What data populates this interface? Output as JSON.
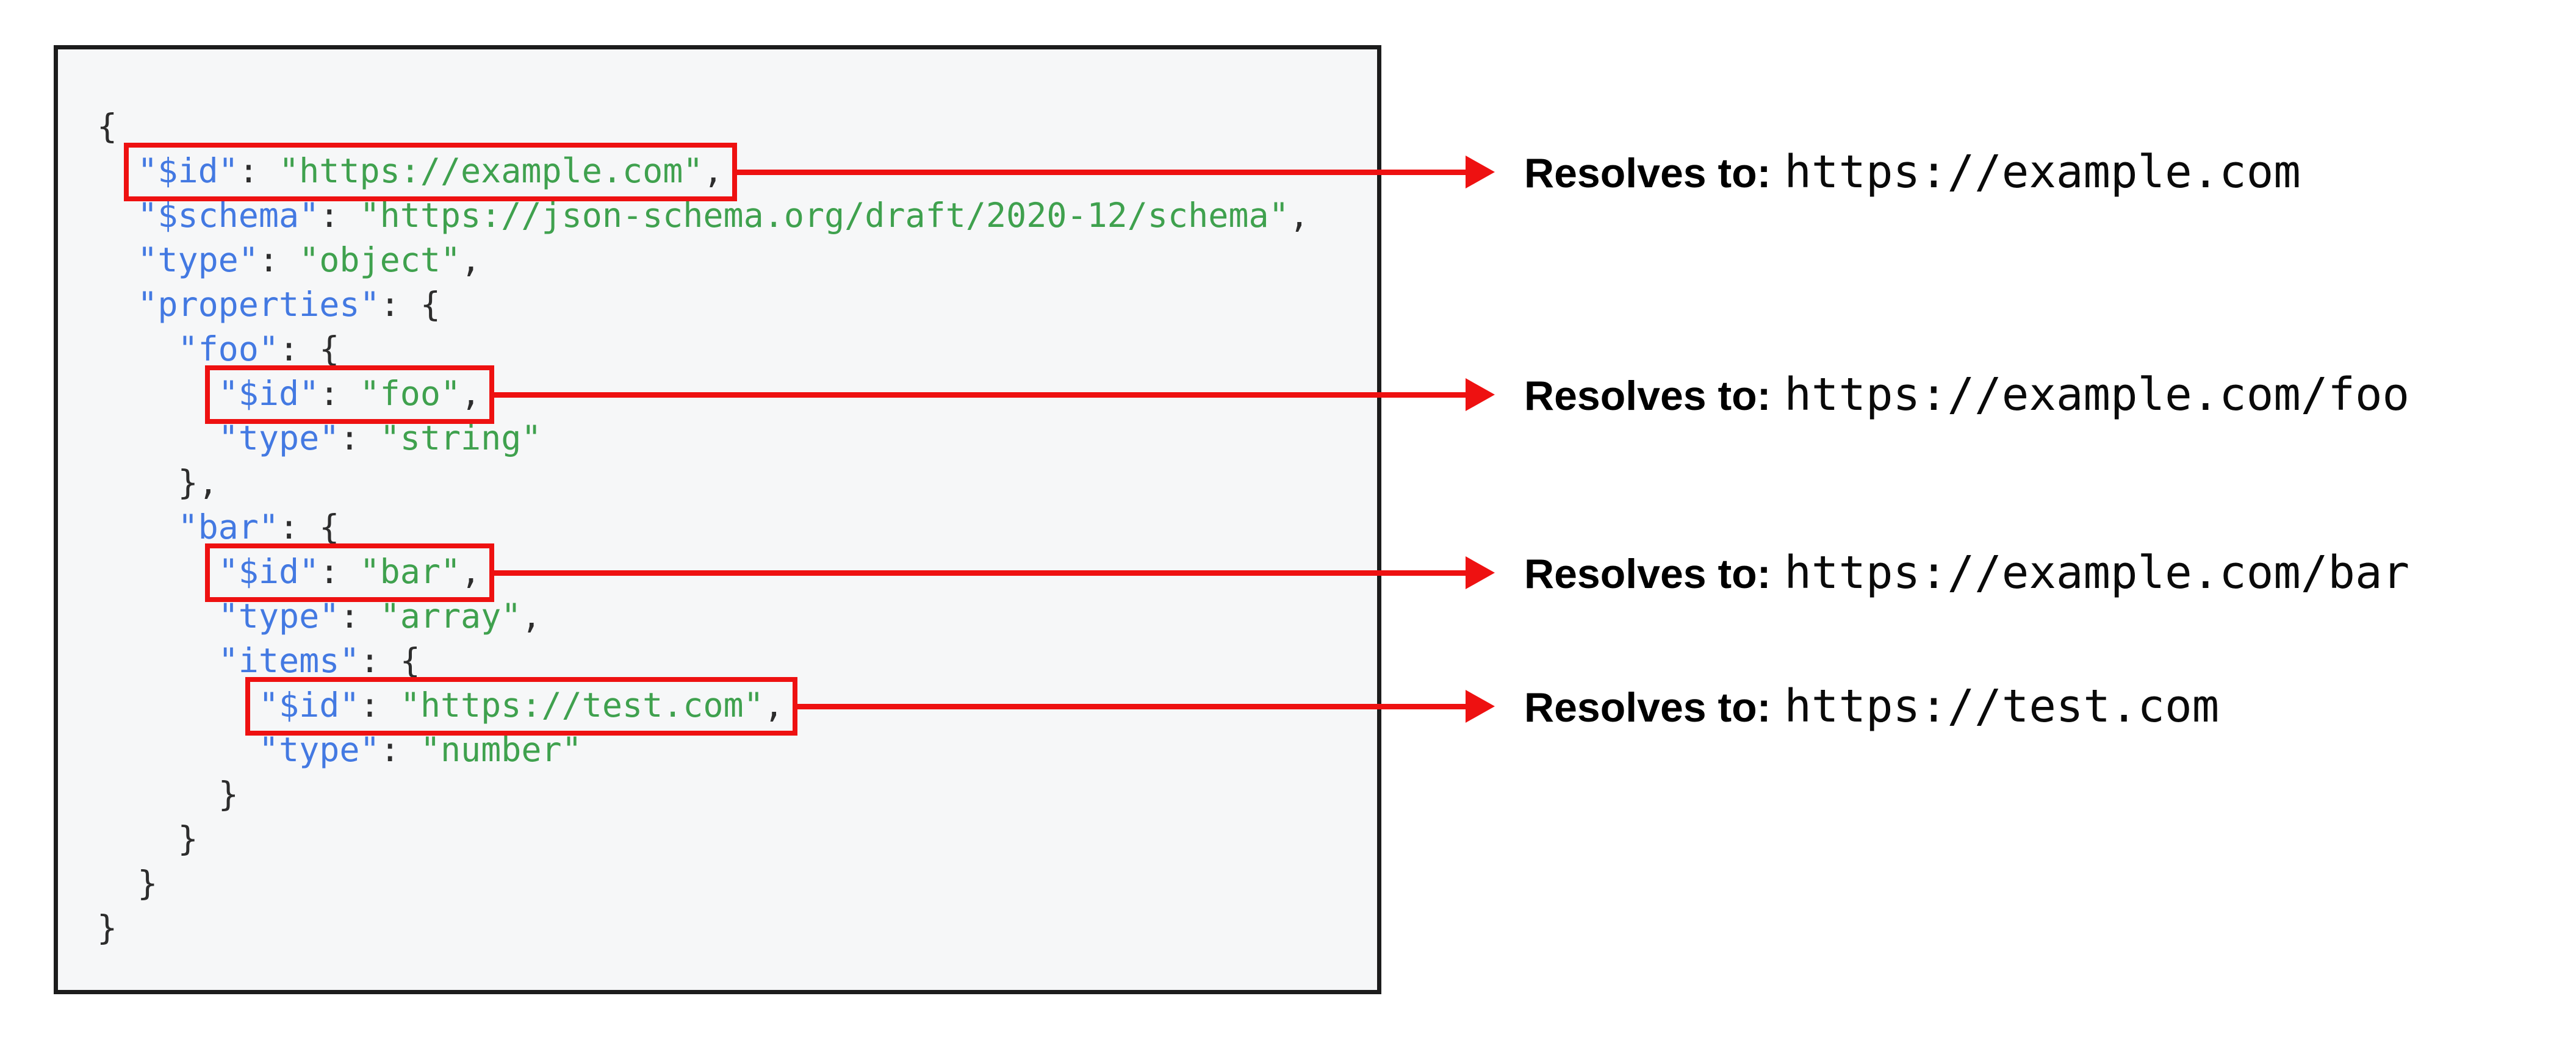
{
  "colors": {
    "key_blue": "#4379e2",
    "string_green": "#3fa14e",
    "punctuation": "#2d2d2d",
    "highlight_red": "#ee1111",
    "code_bg": "#f6f7f8",
    "code_border": "#1c1c1c"
  },
  "code_panel": {
    "language": "json",
    "lines": [
      {
        "indent": 0,
        "box": null,
        "segments": [
          {
            "c": "p",
            "t": "{"
          }
        ]
      },
      {
        "indent": 2,
        "box": 0,
        "segments": [
          {
            "c": "k",
            "t": "\"$id\""
          },
          {
            "c": "p",
            "t": ": "
          },
          {
            "c": "s",
            "t": "\"https://example.com\""
          },
          {
            "c": "p",
            "t": ","
          }
        ]
      },
      {
        "indent": 2,
        "box": null,
        "segments": [
          {
            "c": "k",
            "t": "\"$schema\""
          },
          {
            "c": "p",
            "t": ": "
          },
          {
            "c": "s",
            "t": "\"https://json-schema.org/draft/2020-12/schema\""
          },
          {
            "c": "p",
            "t": ","
          }
        ]
      },
      {
        "indent": 2,
        "box": null,
        "segments": [
          {
            "c": "k",
            "t": "\"type\""
          },
          {
            "c": "p",
            "t": ": "
          },
          {
            "c": "s",
            "t": "\"object\""
          },
          {
            "c": "p",
            "t": ","
          }
        ]
      },
      {
        "indent": 2,
        "box": null,
        "segments": [
          {
            "c": "k",
            "t": "\"properties\""
          },
          {
            "c": "p",
            "t": ": {"
          }
        ]
      },
      {
        "indent": 4,
        "box": null,
        "segments": [
          {
            "c": "k",
            "t": "\"foo\""
          },
          {
            "c": "p",
            "t": ": {"
          }
        ]
      },
      {
        "indent": 6,
        "box": 1,
        "segments": [
          {
            "c": "k",
            "t": "\"$id\""
          },
          {
            "c": "p",
            "t": ": "
          },
          {
            "c": "s",
            "t": "\"foo\""
          },
          {
            "c": "p",
            "t": ","
          }
        ]
      },
      {
        "indent": 6,
        "box": null,
        "segments": [
          {
            "c": "k",
            "t": "\"type\""
          },
          {
            "c": "p",
            "t": ": "
          },
          {
            "c": "s",
            "t": "\"string\""
          }
        ]
      },
      {
        "indent": 4,
        "box": null,
        "segments": [
          {
            "c": "p",
            "t": "},"
          }
        ]
      },
      {
        "indent": 4,
        "box": null,
        "segments": [
          {
            "c": "k",
            "t": "\"bar\""
          },
          {
            "c": "p",
            "t": ": {"
          }
        ]
      },
      {
        "indent": 6,
        "box": 2,
        "segments": [
          {
            "c": "k",
            "t": "\"$id\""
          },
          {
            "c": "p",
            "t": ": "
          },
          {
            "c": "s",
            "t": "\"bar\""
          },
          {
            "c": "p",
            "t": ","
          }
        ]
      },
      {
        "indent": 6,
        "box": null,
        "segments": [
          {
            "c": "k",
            "t": "\"type\""
          },
          {
            "c": "p",
            "t": ": "
          },
          {
            "c": "s",
            "t": "\"array\""
          },
          {
            "c": "p",
            "t": ","
          }
        ]
      },
      {
        "indent": 6,
        "box": null,
        "segments": [
          {
            "c": "k",
            "t": "\"items\""
          },
          {
            "c": "p",
            "t": ": {"
          }
        ]
      },
      {
        "indent": 8,
        "box": 3,
        "segments": [
          {
            "c": "k",
            "t": "\"$id\""
          },
          {
            "c": "p",
            "t": ": "
          },
          {
            "c": "s",
            "t": "\"https://test.com\""
          },
          {
            "c": "p",
            "t": ","
          }
        ]
      },
      {
        "indent": 8,
        "box": null,
        "segments": [
          {
            "c": "k",
            "t": "\"type\""
          },
          {
            "c": "p",
            "t": ": "
          },
          {
            "c": "s",
            "t": "\"number\""
          }
        ]
      },
      {
        "indent": 6,
        "box": null,
        "segments": [
          {
            "c": "p",
            "t": "}"
          }
        ]
      },
      {
        "indent": 4,
        "box": null,
        "segments": [
          {
            "c": "p",
            "t": "}"
          }
        ]
      },
      {
        "indent": 2,
        "box": null,
        "segments": [
          {
            "c": "p",
            "t": "}"
          }
        ]
      },
      {
        "indent": 0,
        "box": null,
        "segments": [
          {
            "c": "p",
            "t": "}"
          }
        ]
      }
    ]
  },
  "annotations": [
    {
      "label": "Resolves to:",
      "value": "https://example.com"
    },
    {
      "label": "Resolves to:",
      "value": "https://example.com/foo"
    },
    {
      "label": "Resolves to:",
      "value": "https://example.com/bar"
    },
    {
      "label": "Resolves to:",
      "value": "https://test.com"
    }
  ]
}
